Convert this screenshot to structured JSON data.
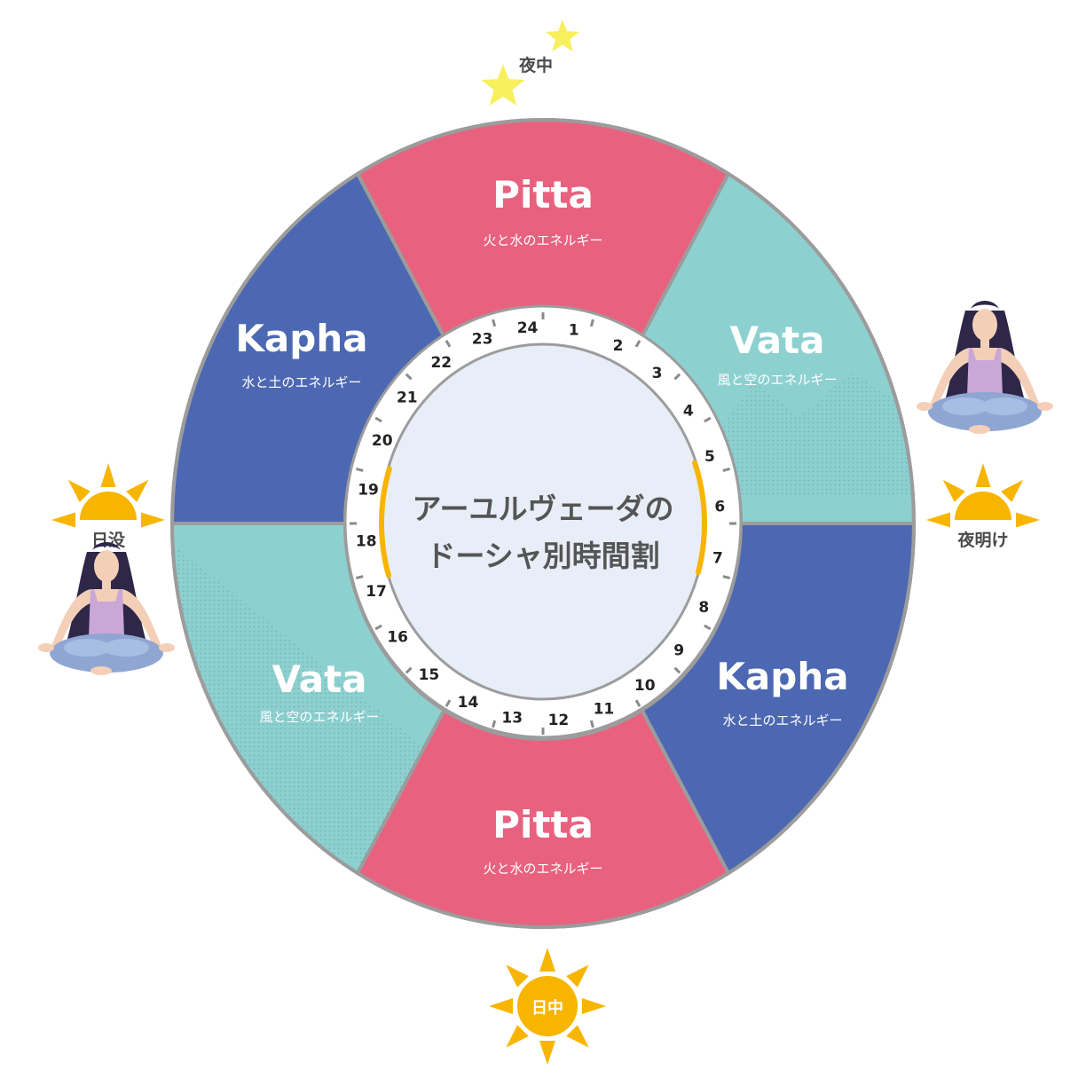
{
  "center": {
    "line1": "アーユルヴェーダの",
    "line2": "ドーシャ別時間割"
  },
  "segments": {
    "pitta_top": {
      "name": "Pitta",
      "desc": "火と水のエネルギー",
      "color": "#e8627f"
    },
    "vata_right": {
      "name": "Vata",
      "desc": "風と空のエネルギー",
      "color": "#8dd0d0"
    },
    "kapha_right": {
      "name": "Kapha",
      "desc": "水と土のエネルギー",
      "color": "#4d68b2"
    },
    "pitta_bottom": {
      "name": "Pitta",
      "desc": "火と水のエネルギー",
      "color": "#e8627f"
    },
    "vata_left": {
      "name": "Vata",
      "desc": "風と空のエネルギー",
      "color": "#8dd0d0"
    },
    "kapha_left": {
      "name": "Kapha",
      "desc": "水と土のエネルギー",
      "color": "#4d68b2"
    }
  },
  "hours": [
    "1",
    "2",
    "3",
    "4",
    "5",
    "6",
    "7",
    "8",
    "9",
    "10",
    "11",
    "12",
    "13",
    "14",
    "15",
    "16",
    "17",
    "18",
    "19",
    "20",
    "21",
    "22",
    "23",
    "24"
  ],
  "labels": {
    "midnight": "夜中",
    "dawn": "夜明け",
    "sunset": "日没",
    "noon": "日中"
  },
  "colors": {
    "sun": "#f7b500",
    "star": "#f8ef5e",
    "ring_border": "#9c9c9c",
    "inner_fill": "#e8eef8",
    "sunrise_arc": "#f7b500"
  }
}
